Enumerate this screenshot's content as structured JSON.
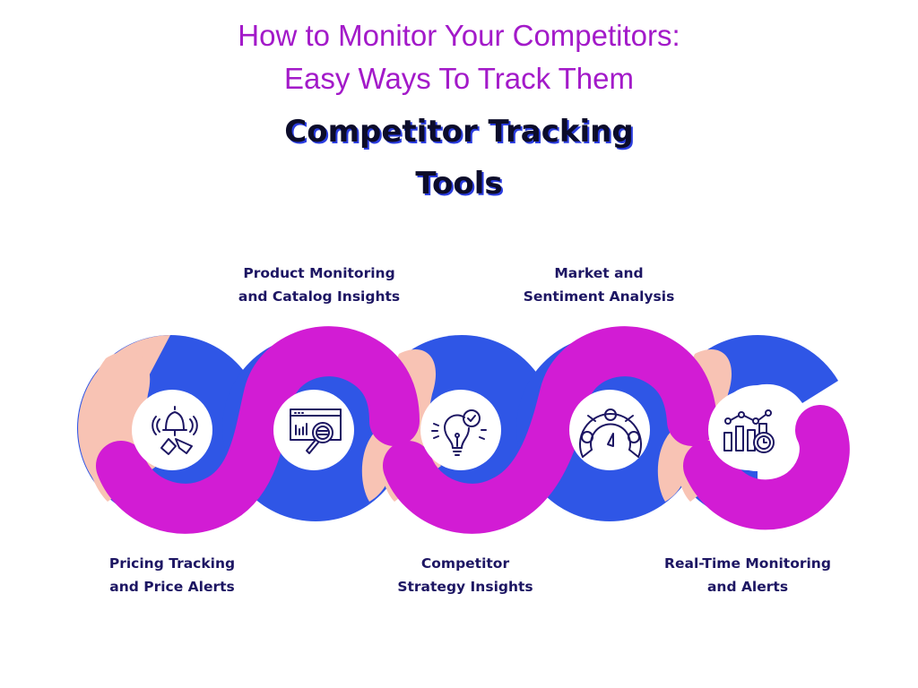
{
  "header": {
    "title_line1": "How to Monitor Your Competitors:",
    "title_line2": "Easy Ways To Track Them",
    "subtitle_line1": "Competitor Tracking",
    "subtitle_line2": "Tools"
  },
  "colors": {
    "title": "#a31ac9",
    "subtitle": "#0c0c2a",
    "blue": "#2f56e6",
    "magenta": "#d21cd4",
    "peach": "#f8c3b4",
    "label": "#1d1663",
    "icon_stroke": "#1d1663"
  },
  "steps": [
    {
      "line1": "Pricing Tracking",
      "line2": "and Price Alerts",
      "icon": "bell-price-tag-icon",
      "position": "bottom"
    },
    {
      "line1": "Product Monitoring",
      "line2": "and Catalog Insights",
      "icon": "dashboard-magnifier-icon",
      "position": "top"
    },
    {
      "line1": "Competitor",
      "line2": "Strategy Insights",
      "icon": "lightbulb-check-icon",
      "position": "bottom"
    },
    {
      "line1": "Market and",
      "line2": "Sentiment Analysis",
      "icon": "sentiment-gauge-icon",
      "position": "top"
    },
    {
      "line1": "Real-Time Monitoring",
      "line2": "and Alerts",
      "icon": "chart-clock-icon",
      "position": "bottom"
    }
  ]
}
